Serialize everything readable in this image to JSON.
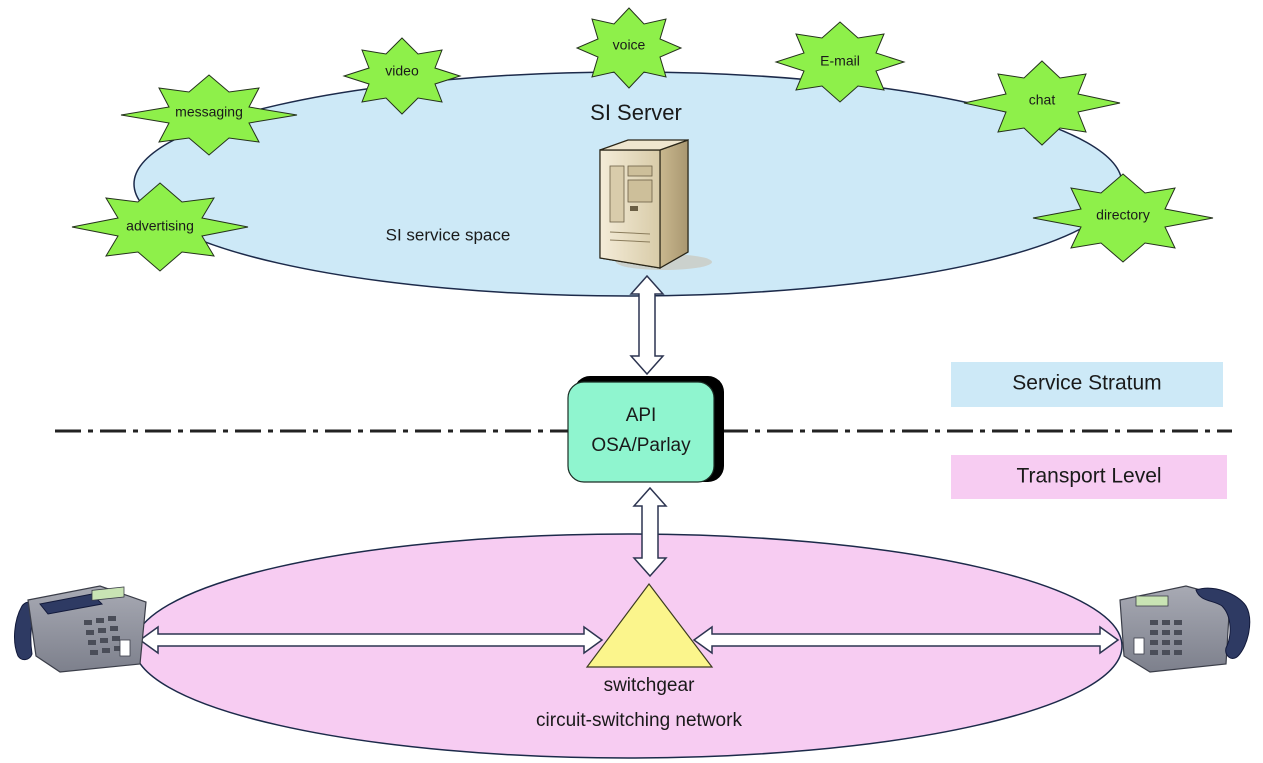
{
  "service_space": {
    "server_title": "SI Server",
    "space_label": "SI service space",
    "services": [
      "voice",
      "video",
      "E-mail",
      "messaging",
      "chat",
      "advertising",
      "directory"
    ]
  },
  "api": {
    "line1": "API",
    "line2": "OSA/Parlay"
  },
  "strata": {
    "service": "Service Stratum",
    "transport": "Transport Level"
  },
  "network": {
    "switch_label": "switchgear",
    "network_label": "circuit-switching network"
  },
  "colors": {
    "service_ellipse": "#cde9f7",
    "transport_ellipse": "#f7ccf2",
    "star": "#8ef04a",
    "api_box": "#8ff5cf",
    "switch_triangle": "#fbf58c",
    "service_band": "#cde9f7",
    "transport_band": "#f7ccf2"
  }
}
